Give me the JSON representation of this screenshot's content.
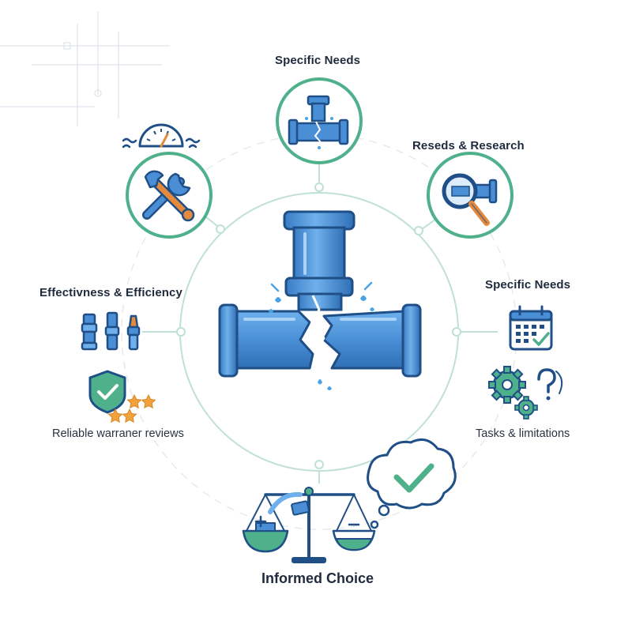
{
  "labels": {
    "top": "Specific Needs",
    "top_right": "Reseds & Research",
    "left": "Effectivness & Efficiency",
    "right": "Specific Needs",
    "bottom_left": "Reliable warraner reviews",
    "bottom_right": "Tasks & limitations",
    "bottom": "Informed Choice"
  },
  "colors": {
    "pipe_blue": "#4a8fd6",
    "pipe_dark": "#1f4f86",
    "ring_green": "#4fb08c",
    "accent_orange": "#e58a3c",
    "text": "#1f2b3d"
  },
  "icons": [
    "broken-pipe-icon",
    "magnifier-pipe-icon",
    "wrench-icon",
    "gauge-icon",
    "pipe-fittings-icon",
    "shield-check-icon",
    "calendar-check-icon",
    "gears-question-icon",
    "balance-scale-icon",
    "thought-check-icon"
  ]
}
